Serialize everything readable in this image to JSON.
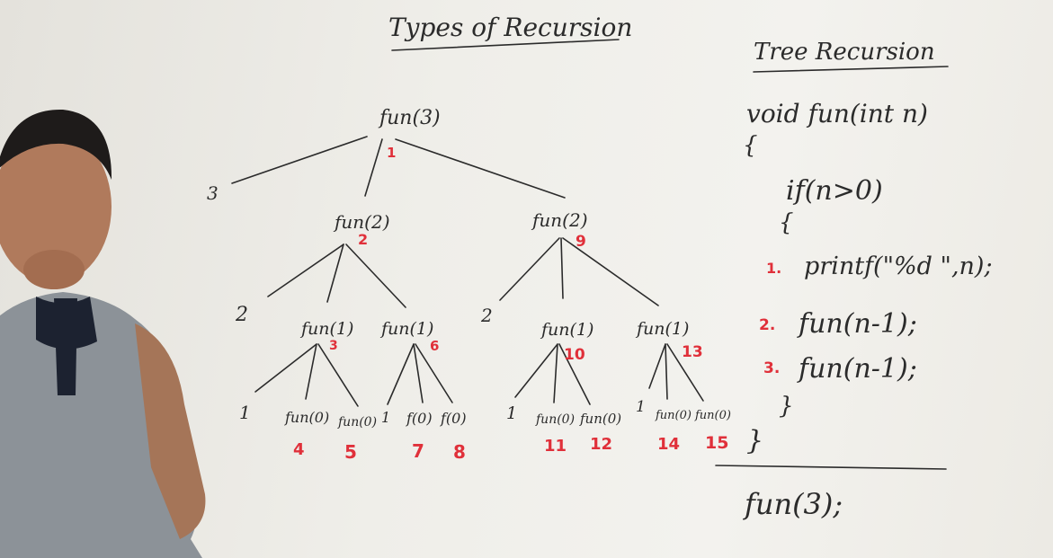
{
  "board": {
    "title": "Types of Recursion",
    "section_title": "Tree Recursion",
    "code": {
      "signature": "void fun(int n)",
      "open_brace": "{",
      "if_line": "if(n>0)",
      "if_open": "{",
      "step1_num": "1.",
      "step1": "printf(\"%d \",n);",
      "step2_num": "2.",
      "step2": "fun(n-1);",
      "step3_num": "3.",
      "step3": "fun(n-1);",
      "if_close": "}",
      "close_brace": "}",
      "call": "fun(3);"
    },
    "tree": {
      "root": "fun(3)",
      "root_step": "1",
      "root_print": "3",
      "l1_left": "fun(2)",
      "l1_left_step": "2",
      "l1_right": "fun(2)",
      "l1_right_step": "9",
      "l1_left_print": "2",
      "l1_right_print": "2",
      "n_a": "fun(1)",
      "n_a_step": "3",
      "n_b": "fun(1)",
      "n_b_step": "6",
      "n_c": "fun(1)",
      "n_c_step": "10",
      "n_d": "fun(1)",
      "n_d_step": "13",
      "a_print": "1",
      "b_print": "1",
      "c_print": "1",
      "d_print": "1",
      "leaf_a1": "fun(0)",
      "leaf_a1_step": "4",
      "leaf_a2": "fun(0)",
      "leaf_a2_step": "5",
      "leaf_b1": "f(0)",
      "leaf_b1_step": "7",
      "leaf_b2": "f(0)",
      "leaf_b2_step": "8",
      "leaf_c1": "fun(0)",
      "leaf_c1_step": "11",
      "leaf_c2": "fun(0)",
      "leaf_c2_step": "12",
      "leaf_d1": "fun(0)",
      "leaf_d1_step": "14",
      "leaf_d2": "fun(0)",
      "leaf_d2_step": "15"
    }
  },
  "colors": {
    "ink": "#2b2b2b",
    "red_marker": "#e0303a",
    "board": "#efeee9"
  }
}
